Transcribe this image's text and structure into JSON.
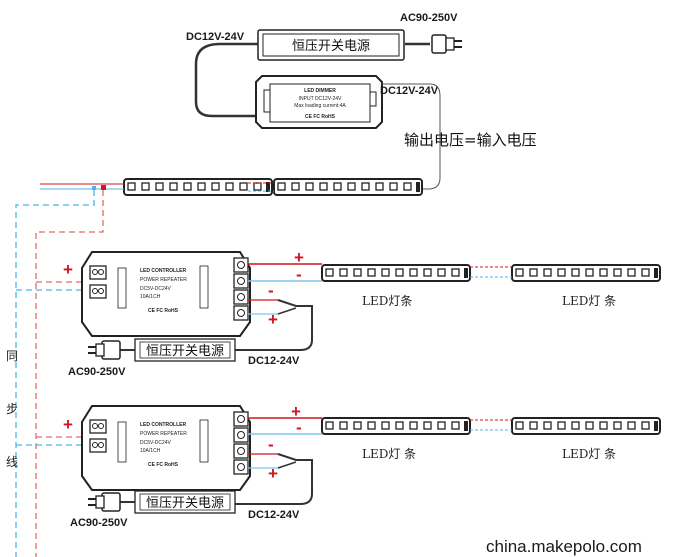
{
  "top": {
    "voltage_left": "DC12V-24V",
    "voltage_ac": "AC90-250V",
    "psu_label": "恒压开关电源",
    "dimmer_title": "LED DIMMER",
    "dimmer_input": "INPUT   DC12V-24V",
    "dimmer_max": "Max loading current:4A",
    "dimmer_cert": "CE FC RoHS",
    "voltage_right": "DC12V-24V",
    "note": "输出电压=输入电压"
  },
  "sync_label": [
    "同",
    "步",
    "线"
  ],
  "units": [
    {
      "controller_title": "LED CONTROLLER",
      "controller_sub": "POWER REPEATER",
      "controller_volt": "DC5V-DC24V",
      "controller_amp": "10A/1CH",
      "controller_cert": "CE FC RoHS",
      "plus": "+",
      "minus": "-",
      "strip_label_1": "LED灯条",
      "strip_label_2": "LED灯 条",
      "psu_label": "恒压开关电源",
      "ac_label": "AC90-250V",
      "dc_label": "DC12-24V"
    },
    {
      "controller_title": "LED CONTROLLER",
      "controller_sub": "POWER REPEATER",
      "controller_volt": "DC5V-DC24V",
      "controller_amp": "10A/1CH",
      "controller_cert": "CE FC RoHS",
      "plus": "+",
      "minus": "-",
      "strip_label_1": "LED灯 条",
      "strip_label_2": "LED灯 条",
      "psu_label": "恒压开关电源",
      "ac_label": "AC90-250V",
      "dc_label": "DC12-24V"
    }
  ],
  "watermark": "china.makepolo.com",
  "colors": {
    "positive_wire": "#d4141e",
    "sync_wire": "#49b6e6",
    "negative_wire": "#7ec8ee",
    "cable": "#333333"
  }
}
